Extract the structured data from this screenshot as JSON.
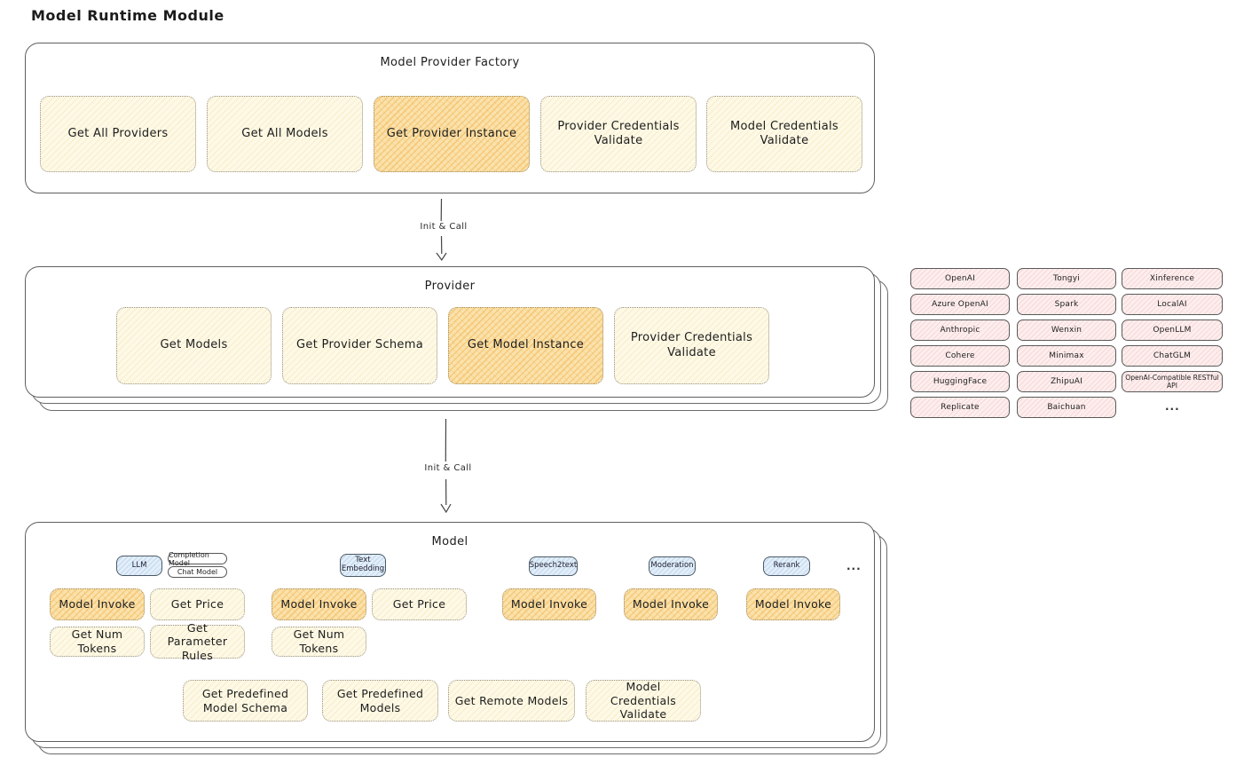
{
  "title": "Model Runtime Module",
  "arrows": {
    "label1": "Init & Call",
    "label2": "Init & Call"
  },
  "factory": {
    "title": "Model Provider Factory",
    "items": [
      "Get All Providers",
      "Get All Models",
      "Get Provider Instance",
      "Provider Credentials Validate",
      "Model Credentials Validate"
    ]
  },
  "provider": {
    "title": "Provider",
    "items": [
      "Get Models",
      "Get Provider Schema",
      "Get Model Instance",
      "Provider Credentials Validate"
    ]
  },
  "providers": {
    "items": [
      "OpenAI",
      "Tongyi",
      "Xinference",
      "Azure OpenAI",
      "Spark",
      "LocalAI",
      "Anthropic",
      "Wenxin",
      "OpenLLM",
      "Cohere",
      "Minimax",
      "ChatGLM",
      "HuggingFace",
      "ZhipuAI",
      "OpenAI-Compatible RESTful API",
      "Replicate",
      "Baichuan"
    ],
    "more": "..."
  },
  "model": {
    "title": "Model",
    "tags": {
      "llm": "LLM",
      "completion": "Completion Model",
      "chat": "Chat Model",
      "embedding": "Text Embedding",
      "speech": "Speech2text",
      "moderation": "Moderation",
      "rerank": "Rerank",
      "more": "..."
    },
    "ops": {
      "model_invoke": "Model Invoke",
      "get_price": "Get Price",
      "get_num_tokens": "Get Num Tokens",
      "get_parameter_rules": "Get Parameter Rules",
      "get_predefined_model_schema": "Get Predefined Model Schema",
      "get_predefined_models": "Get Predefined Models",
      "get_remote_models": "Get Remote Models",
      "model_credentials_validate": "Model Credentials Validate"
    }
  },
  "colors": {
    "cream_fill": "#fdf9e6",
    "highlight_fill": "#fae2ac",
    "pink_fill": "#fdeeee",
    "blue_fill": "#e2eef9",
    "stroke": "#5f5f5f",
    "hatch_orange": "#f0a636",
    "hatch_red": "#e07e7e",
    "hatch_blue": "#7aa6d3"
  }
}
